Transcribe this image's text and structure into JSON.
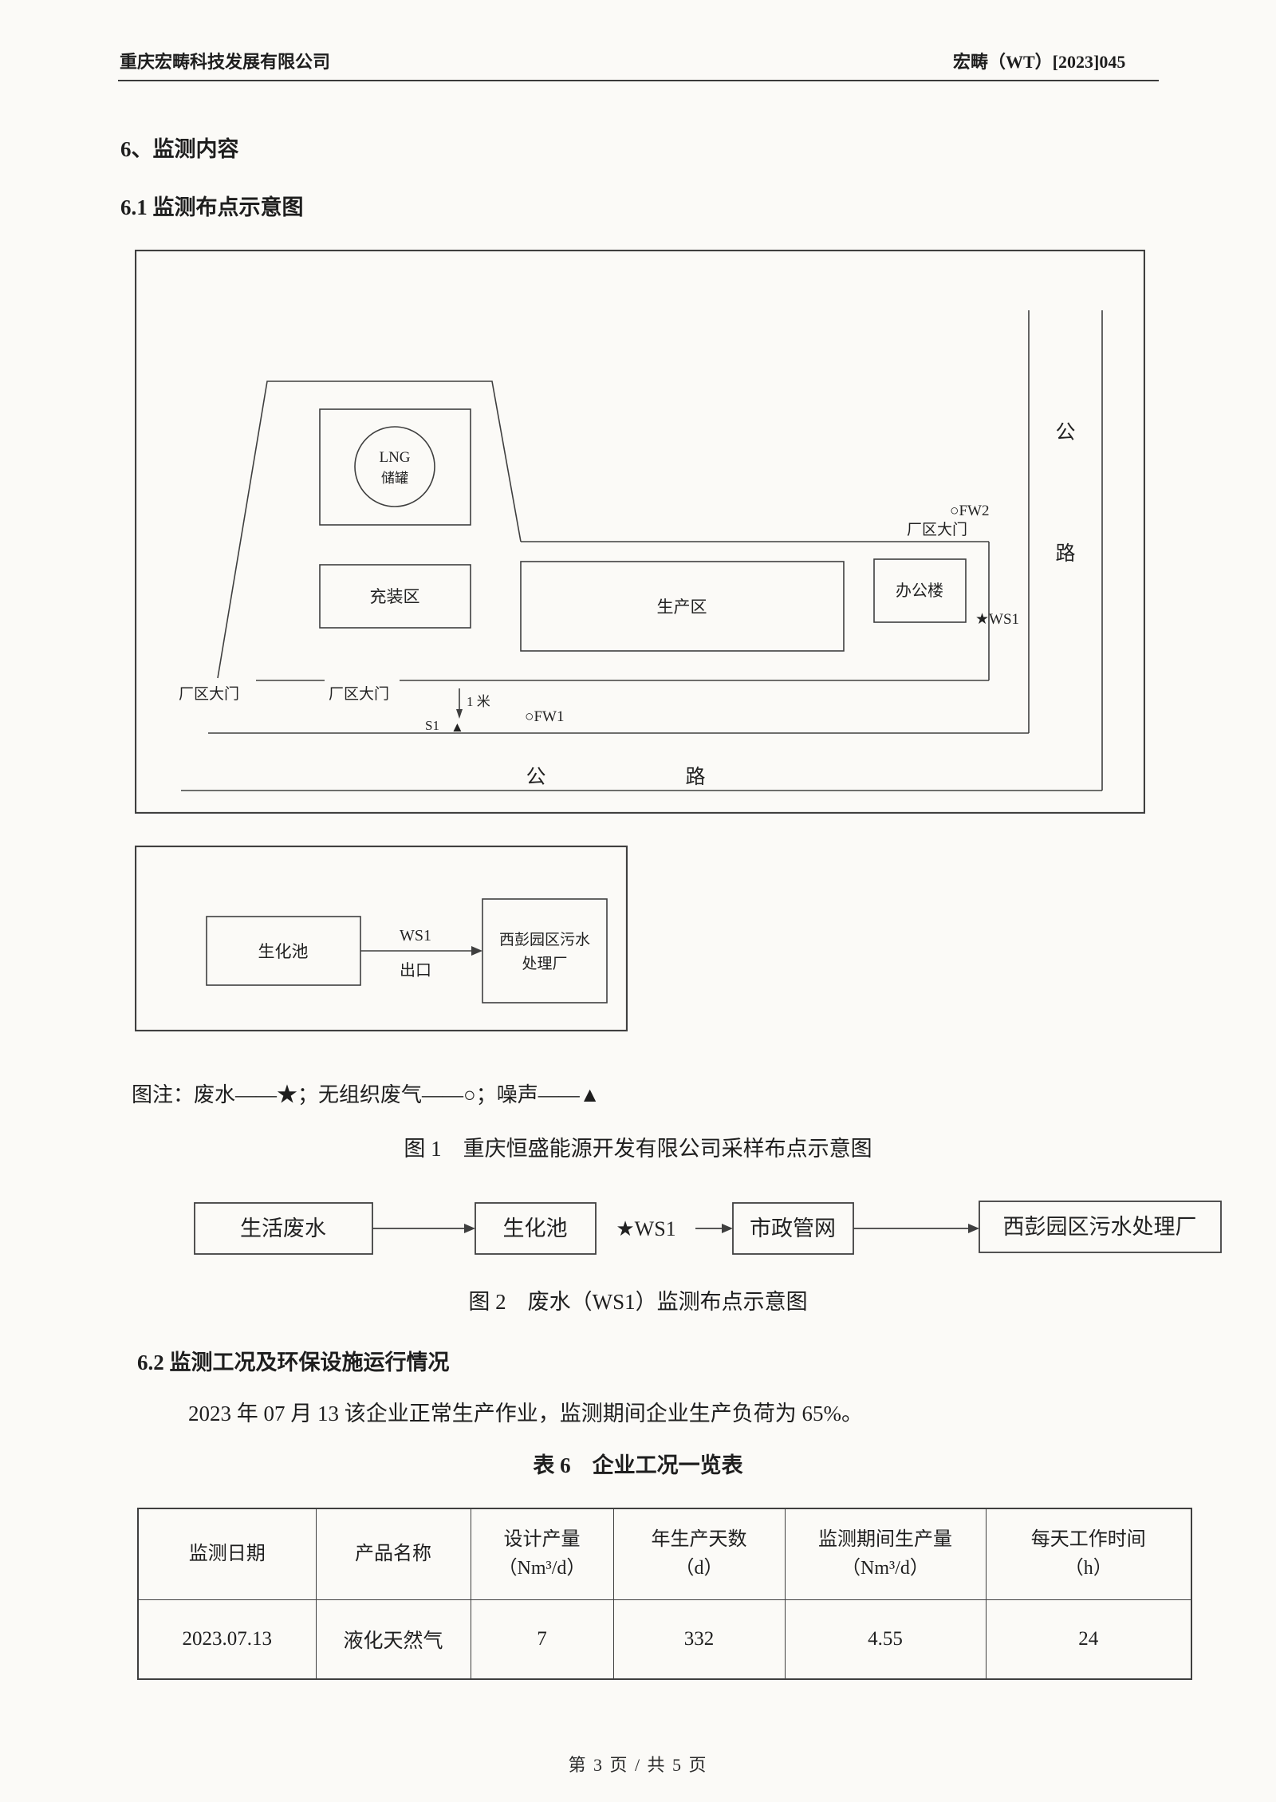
{
  "page": {
    "header_left": "重庆宏畴科技发展有限公司",
    "header_right": "宏畴（WT）[2023]045",
    "footer": "第 3 页 / 共 5 页"
  },
  "section6": {
    "title": "6、监测内容",
    "s61_title": "6.1 监测布点示意图",
    "s62_title": "6.2 监测工况及环保设施运行情况",
    "s62_text": "2023 年 07 月 13 该企业正常生产作业，监测期间企业生产负荷为 65%。"
  },
  "figure1": {
    "site": {
      "lng_line1": "LNG",
      "lng_line2": "储罐",
      "filling_area": "充装区",
      "production_area": "生产区",
      "office": "办公楼",
      "gate_top": "厂区大门",
      "gate_left": "厂区大门",
      "gate_mid": "厂区大门",
      "fw2": "○FW2",
      "ws1": "★WS1",
      "fw1": "○FW1",
      "s1": "S1",
      "noise_marker": "▲",
      "distance": "1 米",
      "road_right_1": "公",
      "road_right_2": "路",
      "road_bottom_1": "公",
      "road_bottom_2": "路"
    },
    "inset": {
      "pool": "生化池",
      "flow_top": "WS1",
      "flow_bottom": "出口",
      "plant_line1": "西彭园区污水",
      "plant_line2": "处理厂"
    },
    "legend": "图注：废水——★；无组织废气——○；噪声——▲",
    "caption": "图 1　重庆恒盛能源开发有限公司采样布点示意图"
  },
  "figure2": {
    "box1": "生活废水",
    "box2": "生化池",
    "ws1": "★WS1",
    "box3": "市政管网",
    "box4": "西彭园区污水处理厂",
    "caption": "图 2　废水（WS1）监测布点示意图"
  },
  "table6": {
    "title": "表 6　企业工况一览表",
    "headers": [
      {
        "line1": "监测日期",
        "line2": ""
      },
      {
        "line1": "产品名称",
        "line2": ""
      },
      {
        "line1": "设计产量",
        "line2": "（Nm³/d）"
      },
      {
        "line1": "年生产天数",
        "line2": "（d）"
      },
      {
        "line1": "监测期间生产量",
        "line2": "（Nm³/d）"
      },
      {
        "line1": "每天工作时间",
        "line2": "（h）"
      }
    ],
    "row": [
      "2023.07.13",
      "液化天然气",
      "7",
      "332",
      "4.55",
      "24"
    ]
  }
}
